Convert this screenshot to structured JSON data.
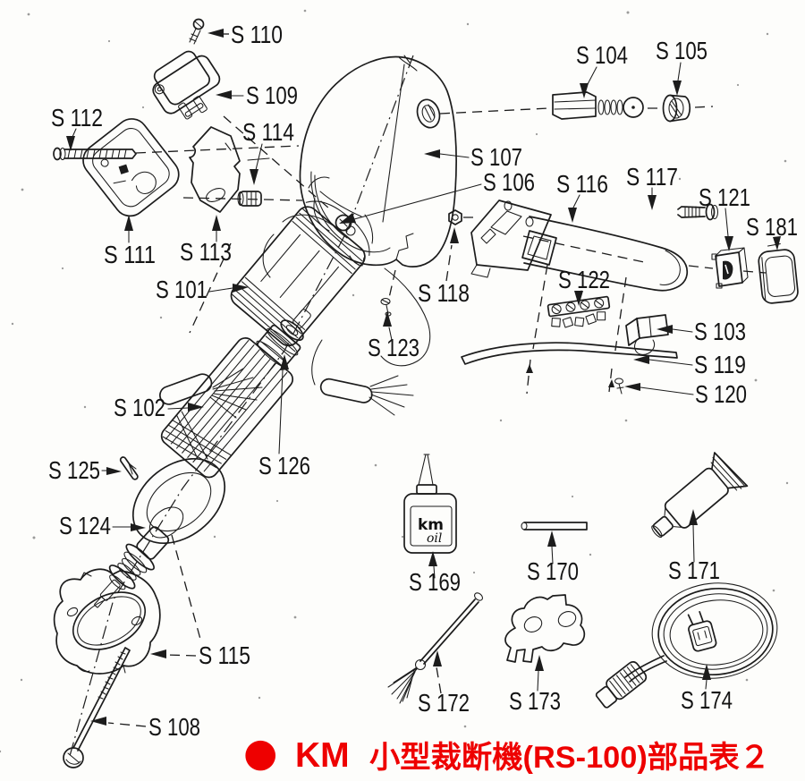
{
  "footer": {
    "bullet": "●",
    "brand": "KM",
    "title": "小型裁断機(RS-100)部品表２",
    "accent_color": "#ee0000"
  },
  "oil_bottle": {
    "brand": "km",
    "word": "oil"
  },
  "labels": {
    "s101": "S 101",
    "s102": "S 102",
    "s103": "S 103",
    "s104": "S 104",
    "s105": "S 105",
    "s106": "S 106",
    "s107": "S 107",
    "s108": "S 108",
    "s109": "S 109",
    "s110": "S 110",
    "s111": "S 111",
    "s112": "S 112",
    "s113": "S 113",
    "s114": "S 114",
    "s115": "S 115",
    "s116": "S 116",
    "s117": "S 117",
    "s118": "S 118",
    "s119": "S 119",
    "s120": "S 120",
    "s121": "S 121",
    "s122": "S 122",
    "s123": "S 123",
    "s124": "S 124",
    "s125": "S 125",
    "s126": "S 126",
    "s169": "S 169",
    "s170": "S 170",
    "s171": "S 171",
    "s172": "S 172",
    "s173": "S 173",
    "s174": "S 174",
    "s181": "S 181"
  }
}
